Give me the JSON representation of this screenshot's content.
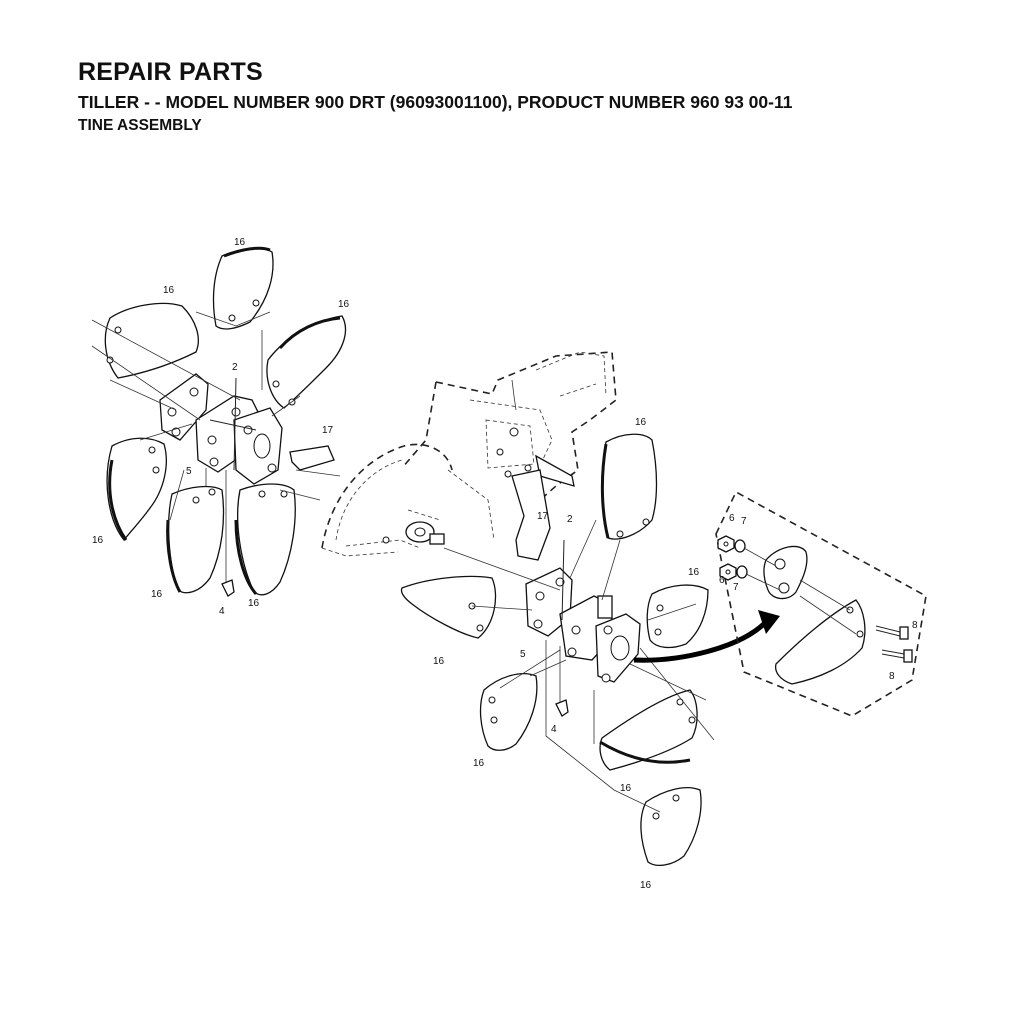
{
  "header": {
    "title": "REPAIR PARTS",
    "subtitle": "TILLER - - MODEL NUMBER 900 DRT (96093001100), PRODUCT NUMBER 960 93 00-11",
    "section": "TINE ASSEMBLY"
  },
  "callouts": {
    "tine": "16",
    "pin": "2",
    "clip": "4",
    "hub": "5",
    "nut": "6",
    "lockwasher": "7",
    "bolt": "8",
    "bracket": "17"
  }
}
